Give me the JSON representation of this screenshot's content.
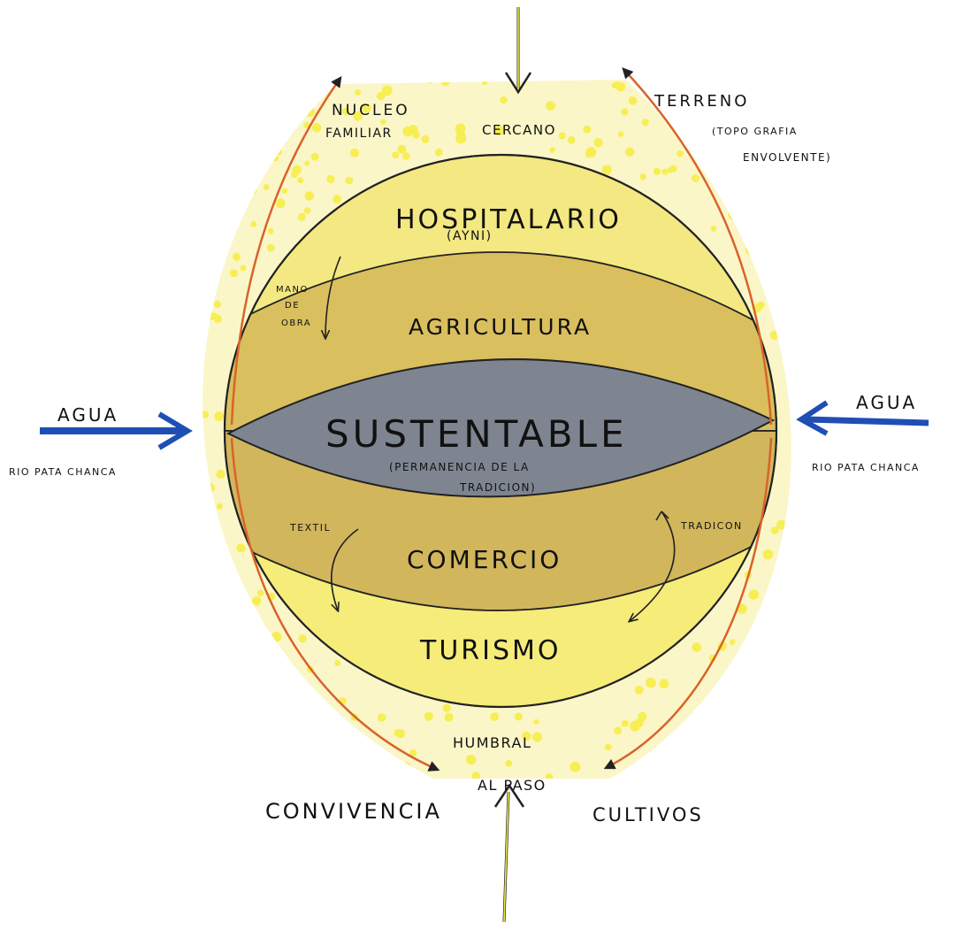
{
  "labels": {
    "nucleo": "NUCLEO",
    "familiar": "FAMILIAR",
    "cercano": "CERCANO",
    "terreno": "TERRENO",
    "topografia": "(TOPO GRAFIA",
    "envolvente": "ENVOLVENTE)",
    "hospitalario": "HOSPITALARIO",
    "ayni": "(AYNI)",
    "mano": "MANO",
    "de": "DE",
    "obra": "OBRA",
    "agricultura": "AGRICULTURA",
    "sustentable": "SUSTENTABLE",
    "permanencia": "(PERMANENCIA DE LA",
    "tradicion_paren": "TRADICION)",
    "agua_left": "AGUA",
    "rio_left": "RIO PATA CHANCA",
    "agua_right": "AGUA",
    "rio_right": "RIO PATA CHANCA",
    "textil": "TEXTIL",
    "tradicion": "TRADICON",
    "comercio": "COMERCIO",
    "turismo": "TURISMO",
    "humbral": "HUMBRAL",
    "al_paso": "AL PASO",
    "convivencia": "CONVIVENCIA",
    "cultivos": "CULTIVOS"
  },
  "colors": {
    "outer_fill": "#fbf6c8",
    "dots": "#f7ee55",
    "hospitalario_band": "#f3e882",
    "agricultura_band": "#d9bf5e",
    "sustentable_core": "#7e8591",
    "comercio_band": "#d2b65c",
    "turismo_band": "#f5ec7a",
    "outer_arrow": "#d9632b",
    "yellow_arrow": "#ece94a",
    "water_arrow": "#1f4fb5"
  }
}
